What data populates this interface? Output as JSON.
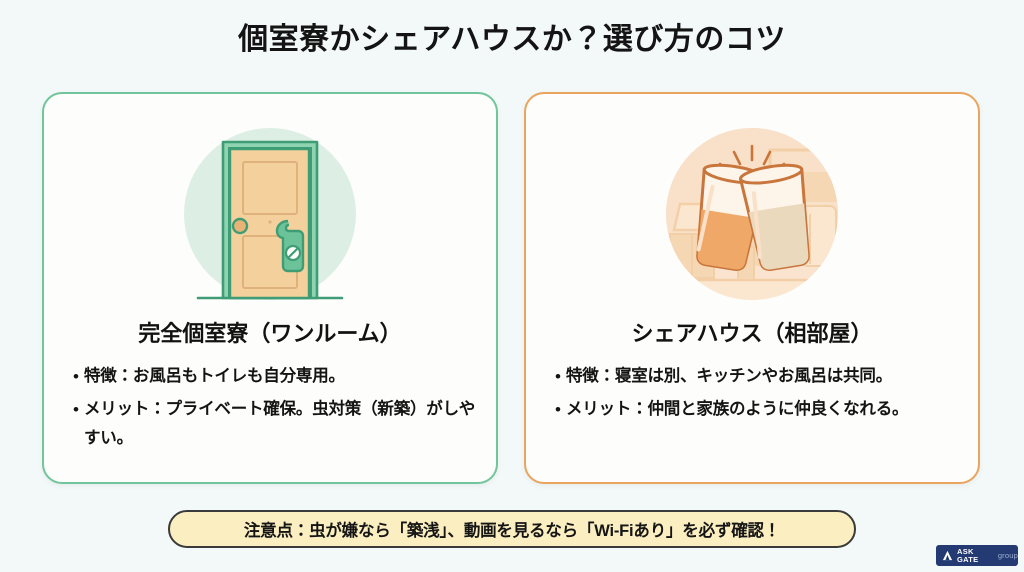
{
  "page": {
    "title": "個室寮かシェアハウスか？選び方のコツ",
    "background_color": "#f3f8f8"
  },
  "cards": [
    {
      "id": "private-room",
      "heading": "完全個室寮（ワンルーム）",
      "border_color": "#72c49c",
      "illustration": {
        "name": "door-illustration",
        "alt": "ドアとドアノブ、ドアハンガーのイラスト",
        "circle_color": "#ddeee4",
        "door_panel_color": "#f3d09c",
        "door_frame_color": "#5cb88a",
        "outline_color": "#3f9d76",
        "knob_color": "#e9b376",
        "hanger_color": "#6cc39a"
      },
      "bullets": [
        {
          "marker": "•",
          "text": "特徴：お風呂もトイレも自分専用。"
        },
        {
          "marker": "•",
          "text": "メリット：プライベート確保。虫対策（新築）がしやすい。"
        }
      ]
    },
    {
      "id": "share-house",
      "heading": "シェアハウス（相部屋）",
      "border_color": "#e9a45e",
      "illustration": {
        "name": "cheers-glasses-illustration",
        "alt": "乾杯するグラス2つとリビングのイラスト",
        "circle_color": "#fae4cf",
        "outline_color": "#c8763c",
        "glass_left_liquid_color": "#f0a868",
        "glass_right_liquid_color": "#ead9bd",
        "room_tone_color": "#f6d7b4",
        "sparkle_count": 5
      },
      "bullets": [
        {
          "marker": "•",
          "text": "特徴：寝室は別、キッチンやお風呂は共同。"
        },
        {
          "marker": "•",
          "text": "メリット：仲間と家族のように仲良くなれる。"
        }
      ]
    }
  ],
  "note": {
    "text": "注意点：虫が嫌なら「築浅」、動画を見るなら「Wi-Fiあり」を必ず確認！",
    "background_color": "#fbefc1",
    "border_color": "#3a3a3a"
  },
  "logo": {
    "brand": "ASK GATE",
    "suffix": "group",
    "background_color": "#233a72"
  }
}
